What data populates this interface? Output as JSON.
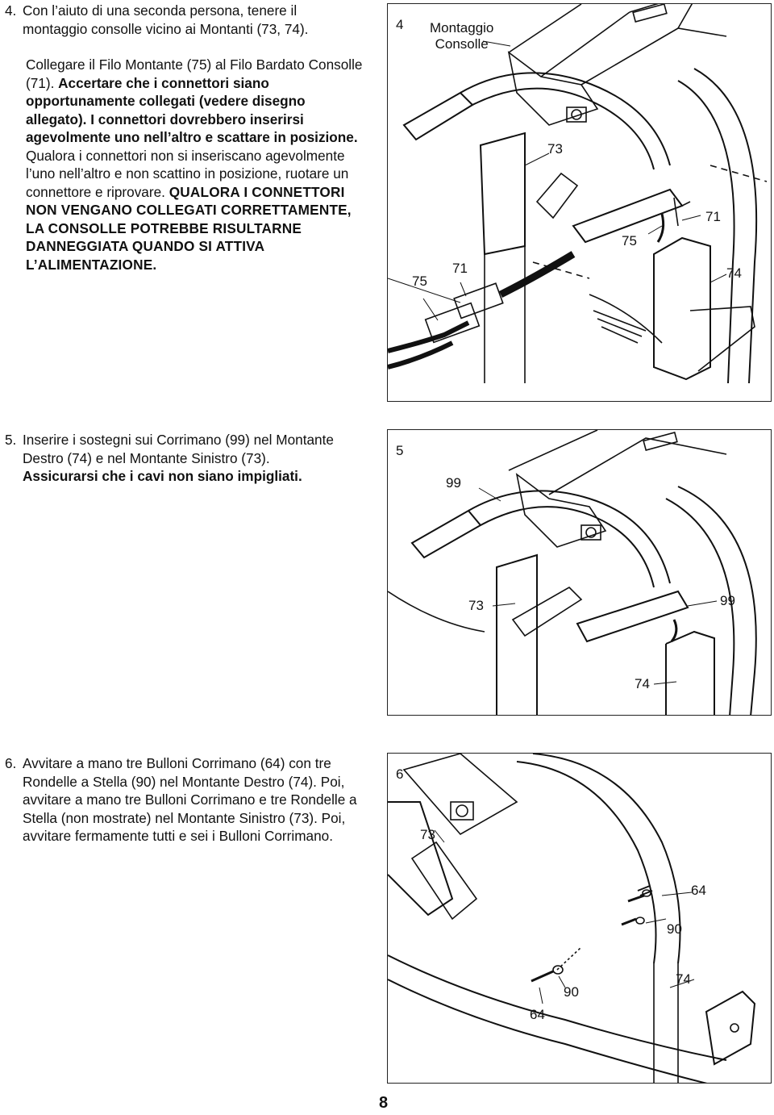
{
  "steps": [
    {
      "number": "4.",
      "p1": "Con l’aiuto di una seconda persona, tenere il montaggio consolle vicino ai Montanti (73, 74).",
      "p2_normal": "Collegare il Filo Montante (75) al Filo Bardato Consolle (71). ",
      "p2_bold": "Accertare che i connettori siano opportunamente collegati (vedere disegno allegato). I connettori dovrebbero inserirsi agevolmente uno nell’altro e scattare in posizione.",
      "p2_normal2": " Qualora i connettori non si inseriscano agevolmente l’uno nell’altro e non scattino in posizione, ruotare un connettore e riprovare. ",
      "p2_caps": "QUALORA I CONNETTORI NON VENGANO COLLEGATI CORRETTAMENTE, LA CONSOLLE POTREBBE RISULTARNE DANNEGGIATA QUANDO SI ATTIVA L’ALIMENTAZIONE."
    },
    {
      "number": "5.",
      "text_normal": "Inserire i sostegni sui Corrimano (99) nel Montante Destro (74) e nel Montante Sinistro (73). ",
      "text_bold": "Assicurarsi che i cavi non siano impigliati."
    },
    {
      "number": "6.",
      "text": "Avvitare a mano tre Bulloni Corrimano (64) con tre Rondelle a Stella (90) nel Montante Destro (74). Poi, avvitare a mano tre Bulloni Corrimano e tre Rondelle a Stella (non mostrate) nel Montante Sinistro (73). Poi, avvitare fermamente tutti e sei i Bulloni Corrimano."
    }
  ],
  "figures": {
    "fig4": {
      "number": "4",
      "title_line1": "Montaggio",
      "title_line2": "Consolle",
      "labels": {
        "c73": "73",
        "c71_top": "71",
        "c75_mid": "75",
        "c74": "74",
        "c75_left": "75",
        "c71_left": "71"
      }
    },
    "fig5": {
      "number": "5",
      "labels": {
        "c99_top": "99",
        "c73": "73",
        "c99_right": "99",
        "c74": "74"
      }
    },
    "fig6": {
      "number": "6",
      "labels": {
        "c73": "73",
        "c64_top": "64",
        "c90_top": "90",
        "c74": "74",
        "c90_bottom": "90",
        "c64_bottom": "64"
      }
    }
  },
  "page_number": "8"
}
